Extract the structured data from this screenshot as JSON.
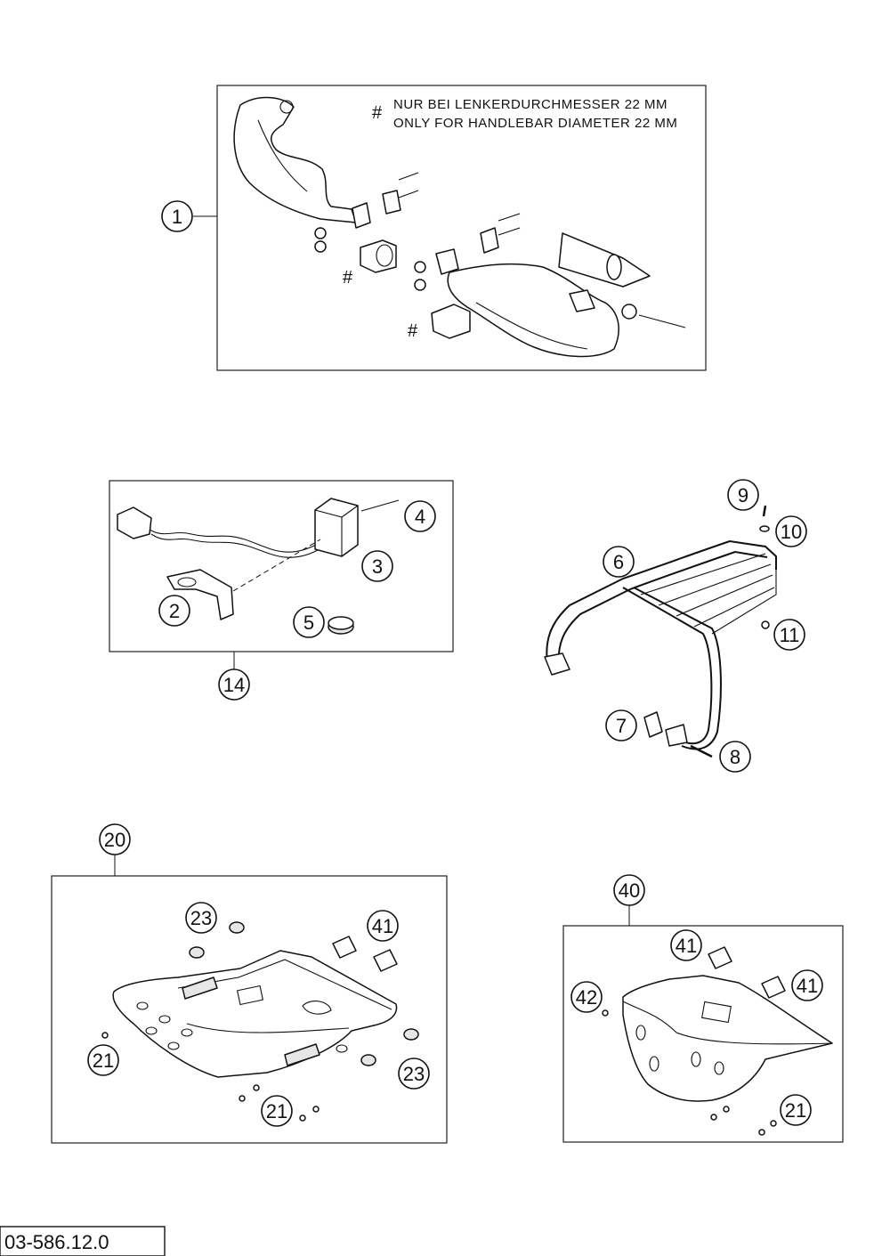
{
  "note": {
    "marker": "#",
    "line1": "NUR BEI LENKERDURCHMESSER 22 MM",
    "line2": "ONLY FOR HANDLEBAR DIAMETER 22 MM"
  },
  "hash_marks": [
    "#",
    "#",
    "#"
  ],
  "callouts": {
    "c1": "1",
    "c2": "2",
    "c3": "3",
    "c4": "4",
    "c5": "5",
    "c6": "6",
    "c7": "7",
    "c8": "8",
    "c9": "9",
    "c10": "10",
    "c11": "11",
    "c14": "14",
    "c20": "20",
    "c21a": "21",
    "c21b": "21",
    "c21c": "21",
    "c23a": "23",
    "c23b": "23",
    "c40": "40",
    "c41a": "41",
    "c41b": "41",
    "c41c": "41",
    "c42": "42"
  },
  "reference_number": "03-586.12.0"
}
